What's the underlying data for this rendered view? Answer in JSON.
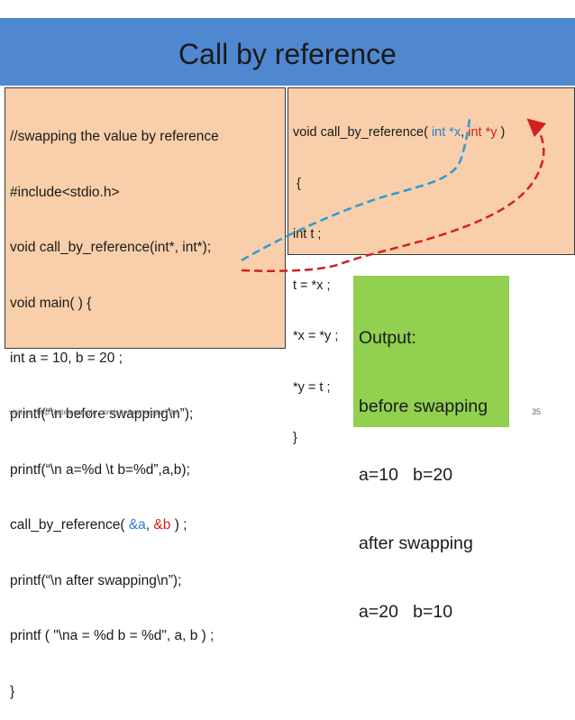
{
  "slide": {
    "title": "Call by reference",
    "footer_link": "visit us: http://sites.google.com/site/kumarajay7th/",
    "page_number": "35"
  },
  "left_code": {
    "lines": [
      "//swapping the value by reference",
      "#include<stdio.h>",
      "void call_by_reference(int*, int*);",
      "void main( ) {",
      "int a = 10, b = 20 ;",
      "printf(“\\n before swapping\\n”);",
      "printf(“\\n a=%d \\t b=%d”,a,b);",
      "call_by_reference( &a, &b ) ;",
      "printf(“\\n after swapping\\n”);",
      "printf ( \"\\na = %d b = %d\", a, b ) ;",
      "}"
    ],
    "call_prefix": "call_by_reference( ",
    "arg_a": "&a",
    "arg_sep": ", ",
    "arg_b": "&b",
    "call_suffix": " ) ;"
  },
  "right_code": {
    "sig_prefix": "void call_by_reference( ",
    "param_x": "int *x",
    "param_sep": ", ",
    "param_y": "int *y",
    "sig_suffix": " )",
    "lines": [
      " {",
      "int t ;",
      "t = *x ;",
      "*x = *y ;",
      "*y = t ;",
      "}"
    ]
  },
  "output": {
    "lines": [
      "Output:",
      "before swapping",
      "a=10   b=20",
      "after swapping",
      "a=20   b=10"
    ]
  },
  "colors": {
    "title_bar": "#4f87d0",
    "code_bg": "#f8cfaa",
    "output_bg": "#92d050",
    "blue_arrow": "#2f9ad6",
    "red_arrow": "#d41f1f"
  }
}
